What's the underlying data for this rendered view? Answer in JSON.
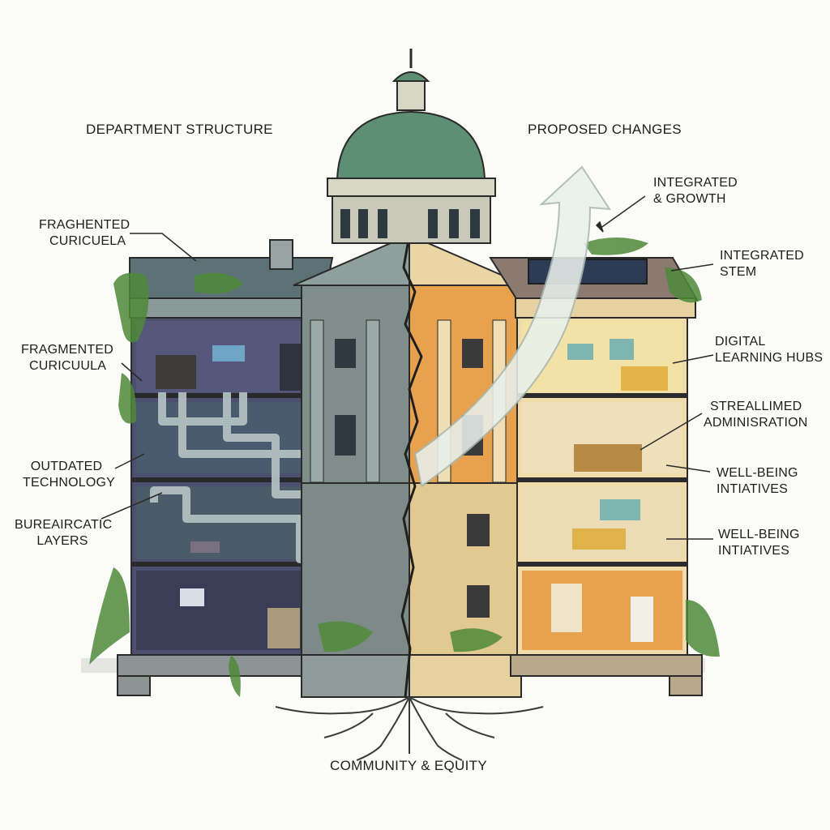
{
  "headings": {
    "left": "DEPARTMENT STRUCTURE",
    "right": "PROPOSED CHANGES",
    "bottom": "COMMUNITY & EQUITY"
  },
  "left_labels": [
    {
      "line1": "FRAGHENTED",
      "line2": "CURICUELA"
    },
    {
      "line1": "FRAGMENTED",
      "line2": "CURICUULA"
    },
    {
      "line1": "OUTDATED",
      "line2": "TECHNOLOGY"
    },
    {
      "line1": "BUREAIRCATIC",
      "line2": "LAYERS"
    }
  ],
  "right_labels": [
    {
      "line1": "INTEGRATED",
      "line2": "& GROWTH"
    },
    {
      "line1": "INTEGRATED",
      "line2": "STEM"
    },
    {
      "line1": "DIGITAL",
      "line2": "LEARNING HUBS"
    },
    {
      "line1": "STREALLIMED",
      "line2": "ADMINISRATION"
    },
    {
      "line1": "WELL-BEING",
      "line2": "INTIATIVES"
    },
    {
      "line1": "WELL-BEING",
      "line2": "INTIATIVES"
    }
  ],
  "colors": {
    "old_wing_wall": "#4d4f6e",
    "old_wing_dark": "#3b3c55",
    "old_center": "#7f8e8a",
    "new_center": "#e2c98f",
    "new_wing_wall": "#e7a14f",
    "new_wing_light": "#efdcaa",
    "dome_green": "#5e8e74",
    "ivy_green": "#4f8a3a",
    "roots": "#3a3a3a",
    "arrow_fill": "#e9f0ec"
  }
}
